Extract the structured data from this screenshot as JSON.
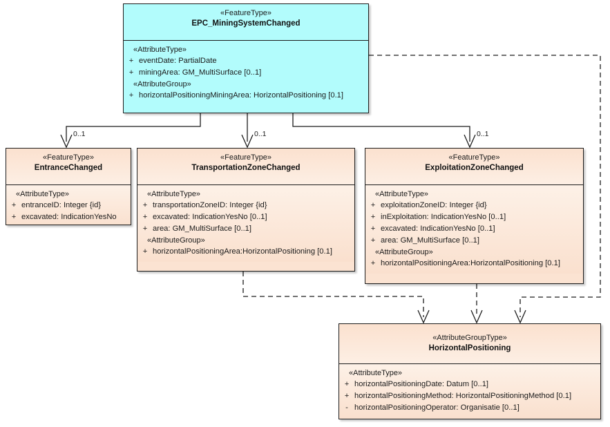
{
  "diagram": {
    "title": "EPC_MiningSystemChanged UML class diagram",
    "colors": {
      "root_fill": "#b2fcfc",
      "class_fill": "#fbe3d2",
      "line": "#1b1b1b",
      "text": "#1a1a1a"
    }
  },
  "classes": {
    "root": {
      "stereotype": "«FeatureType»",
      "name": "EPC_MiningSystemChanged",
      "sections": [
        {
          "label": "«AttributeType»",
          "attributes": [
            {
              "visibility": "+",
              "text": "eventDate: PartialDate"
            },
            {
              "visibility": "+",
              "text": "miningArea: GM_MultiSurface [0..1]"
            }
          ]
        },
        {
          "label": "«AttributeGroup»",
          "attributes": [
            {
              "visibility": "+",
              "text": "horizontalPositioningMiningArea: HorizontalPositioning [0.1]"
            }
          ]
        }
      ]
    },
    "entrance": {
      "stereotype": "«FeatureType»",
      "name": "EntranceChanged",
      "sections": [
        {
          "label": "«AttributeType»",
          "attributes": [
            {
              "visibility": "+",
              "text": "entranceID: Integer {id}"
            },
            {
              "visibility": "+",
              "text": "excavated: IndicationYesNo"
            }
          ]
        }
      ]
    },
    "transportation": {
      "stereotype": "«FeatureType»",
      "name": "TransportationZoneChanged",
      "sections": [
        {
          "label": "«AttributeType»",
          "attributes": [
            {
              "visibility": "+",
              "text": "transportationZoneID: Integer {id}"
            },
            {
              "visibility": "+",
              "text": "excavated: IndicationYesNo [0..1]"
            },
            {
              "visibility": "+",
              "text": "area: GM_MultiSurface [0..1]"
            }
          ]
        },
        {
          "label": "«AttributeGroup»",
          "attributes": [
            {
              "visibility": "+",
              "text": "horizontalPositioningArea:HorizontalPositioning [0.1]"
            }
          ]
        }
      ]
    },
    "exploitation": {
      "stereotype": "«FeatureType»",
      "name": "ExploitationZoneChanged",
      "sections": [
        {
          "label": "«AttributeType»",
          "attributes": [
            {
              "visibility": "+",
              "text": "exploitationZoneID: Integer {id}"
            },
            {
              "visibility": "+",
              "text": "inExploitation: IndicationYesNo [0..1]"
            },
            {
              "visibility": "+",
              "text": "excavated: IndicationYesNo [0..1]"
            },
            {
              "visibility": "+",
              "text": "area: GM_MultiSurface [0..1]"
            }
          ]
        },
        {
          "label": "«AttributeGroup»",
          "attributes": [
            {
              "visibility": "+",
              "text": "horizontalPositioningArea:HorizontalPositioning [0.1]"
            }
          ]
        }
      ]
    },
    "horizontalPositioning": {
      "stereotype": "«AttributeGroupType»",
      "name": "HorizontalPositioning",
      "sections": [
        {
          "label": "«AttributeType»",
          "attributes": [
            {
              "visibility": "+",
              "text": "horizontalPositioningDate: Datum [0..1]"
            },
            {
              "visibility": "+",
              "text": "horizontalPositioningMethod: HorizontalPositioningMethod [0.1]"
            },
            {
              "visibility": "-",
              "text": "horizontalPositioningOperator: Organisatie [0..1]"
            }
          ]
        }
      ]
    }
  },
  "connectors": {
    "multiplicities": {
      "entrance": "0..1",
      "transportation": "0..1",
      "exploitation": "0..1"
    }
  }
}
